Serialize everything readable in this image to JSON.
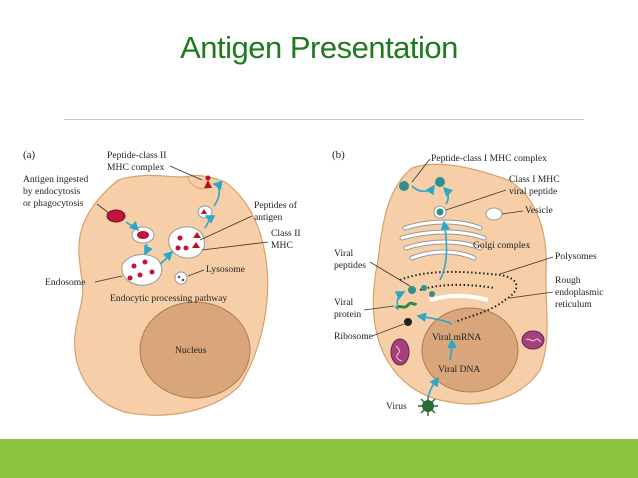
{
  "slide": {
    "title": "Antigen Presentation",
    "colors": {
      "title": "#1f7a1f",
      "bar": "#8bc53f",
      "cell": "#f6cfa8",
      "nucleus": "#d9a57a"
    }
  },
  "panel_a": {
    "tag": "(a)",
    "labels": {
      "peptide_class2_l1": "Peptide-class II",
      "peptide_class2_l2": "MHC complex",
      "ingested_l1": "Antigen ingested",
      "ingested_l2": "by endocytosis",
      "ingested_l3": "or phagocytosis",
      "peptides_l1": "Peptides of",
      "peptides_l2": "antigen",
      "class2_l1": "Class II",
      "class2_l2": "MHC",
      "lysosome": "Lysosome",
      "endosome": "Endosome",
      "pathway": "Endocytic processing pathway",
      "nucleus": "Nucleus"
    }
  },
  "panel_b": {
    "tag": "(b)",
    "labels": {
      "peptide_class1": "Peptide-class I MHC complex",
      "class1_l1": "Class I MHC",
      "class1_l2": "viral peptide",
      "vesicle": "Vesicle",
      "golgi": "Golgi complex",
      "viral_peptides_l1": "Viral",
      "viral_peptides_l2": "peptides",
      "polysomes": "Polysomes",
      "rer_l1": "Rough",
      "rer_l2": "endoplasmic",
      "rer_l3": "reticulum",
      "viral_protein_l1": "Viral",
      "viral_protein_l2": "protein",
      "ribosome": "Ribosome",
      "viral_mrna": "Viral mRNA",
      "viral_dna": "Viral DNA",
      "virus": "Virus"
    }
  }
}
